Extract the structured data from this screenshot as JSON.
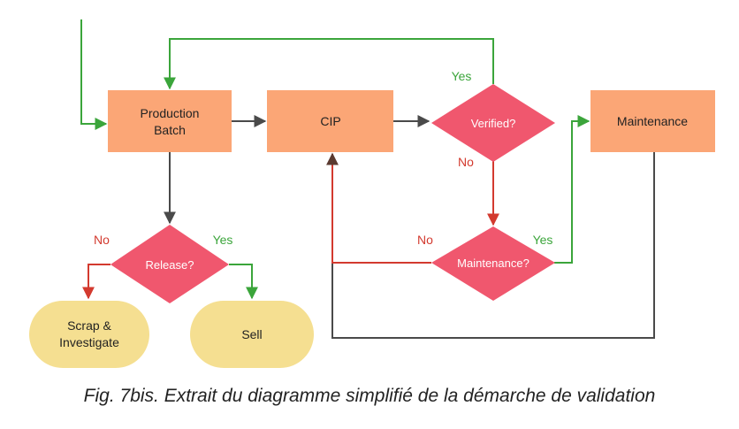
{
  "nodes": {
    "production_batch": [
      "Production",
      "Batch"
    ],
    "cip": "CIP",
    "maintenance": "Maintenance",
    "verified": "Verified?",
    "maintenance_decision": "Maintenance?",
    "release": "Release?",
    "scrap": [
      "Scrap &",
      "Investigate"
    ],
    "sell": "Sell"
  },
  "edge_labels": {
    "verified_yes": "Yes",
    "verified_no": "No",
    "maintenance_no": "No",
    "maintenance_yes": "Yes",
    "release_no": "No",
    "release_yes": "Yes"
  },
  "caption": "Fig. 7bis. Extrait du diagramme simplifié de la démarche de validation",
  "colors": {
    "process_fill": "#FBA676",
    "decision_fill": "#F0576E",
    "terminal_fill": "#F5DF91",
    "green_arrow": "#3BA53B",
    "red_arrow": "#D33A2F",
    "gray_arrow": "#4A4A4A",
    "yes_label": "#3BA53B",
    "no_label": "#D33A2F"
  }
}
